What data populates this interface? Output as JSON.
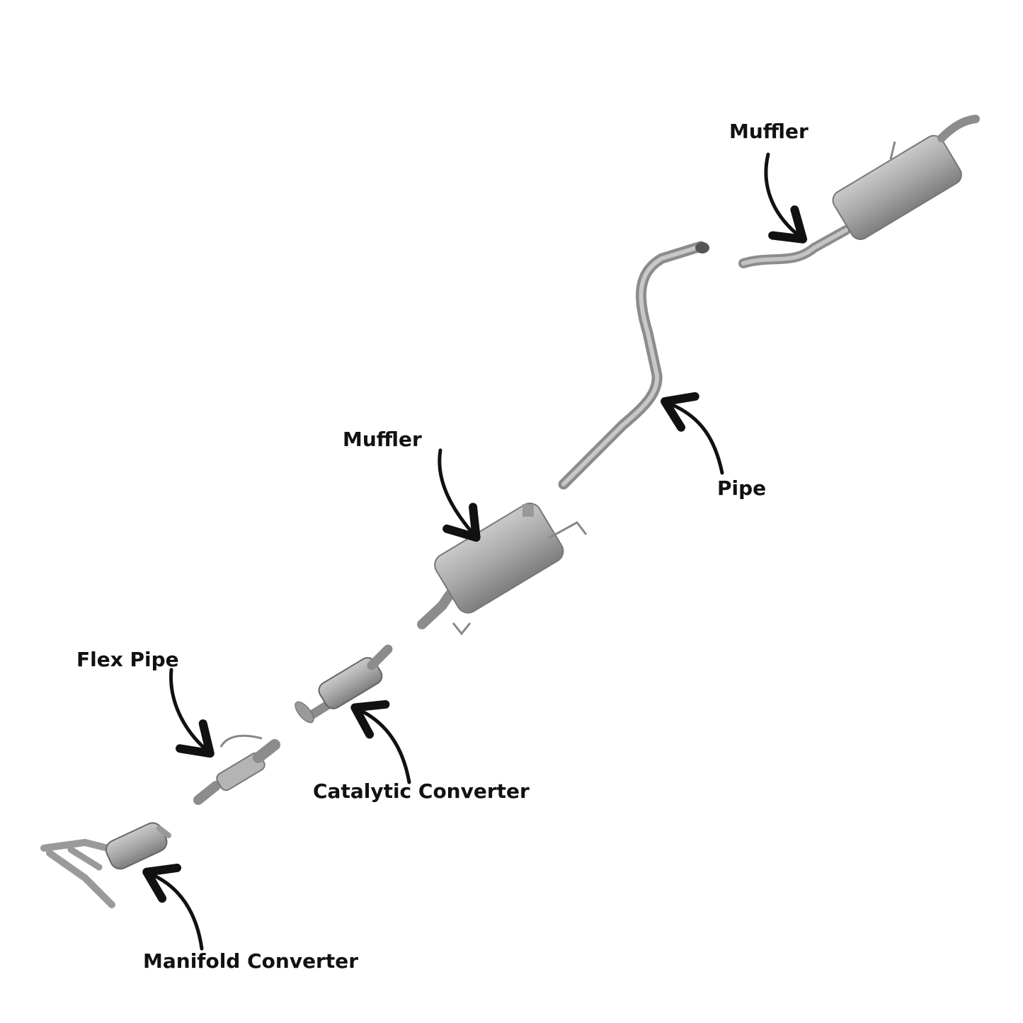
{
  "diagram": {
    "labels": {
      "muffler_rear": "Muffler",
      "pipe": "Pipe",
      "muffler_mid": "Muffler",
      "flex_pipe": "Flex Pipe",
      "catalytic_converter": "Catalytic Converter",
      "manifold_converter": "Manifold Converter"
    },
    "colors": {
      "metal": "#a7a7a7",
      "metal_dark": "#7e7e7e",
      "metal_light": "#c9c9c9",
      "arrow": "#111111",
      "text": "#111111",
      "background": "#ffffff"
    }
  }
}
